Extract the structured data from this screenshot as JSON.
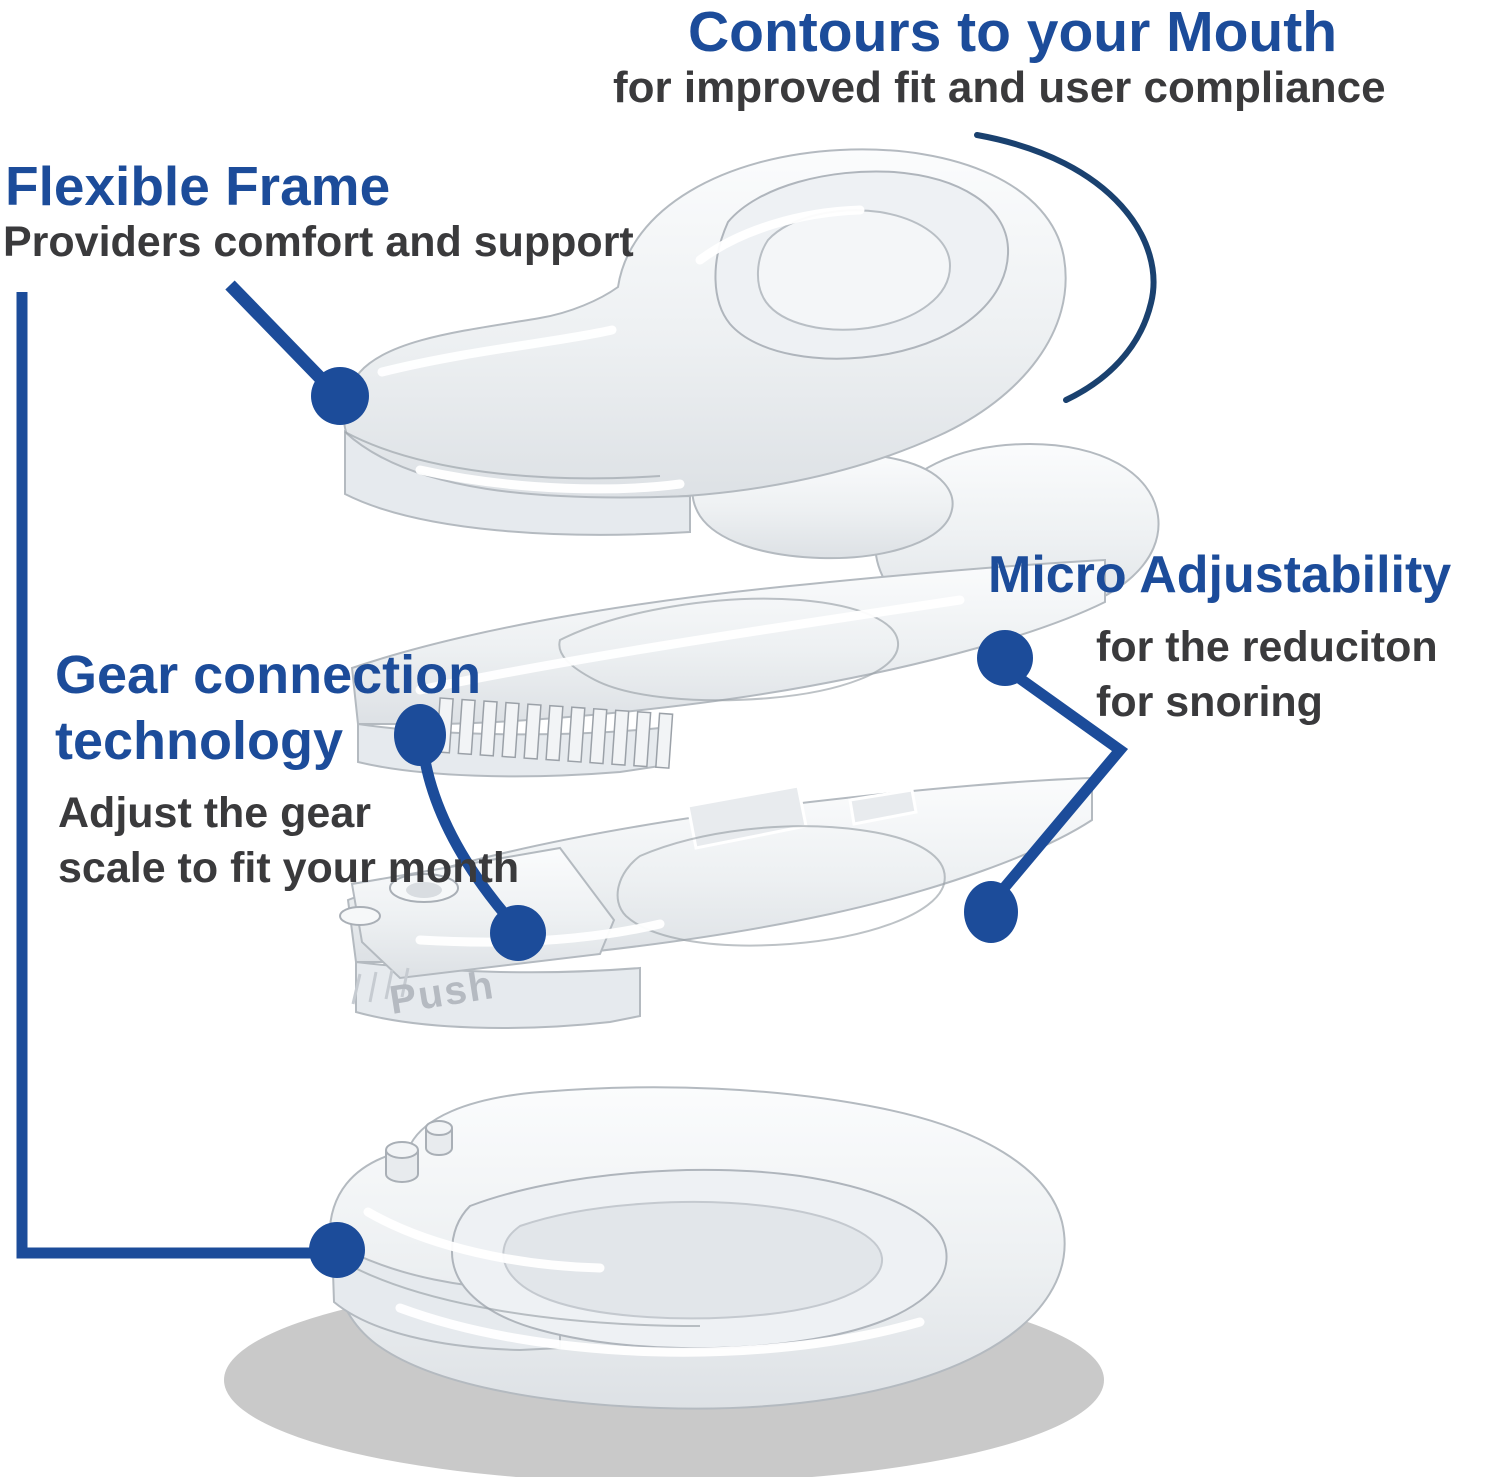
{
  "theme": {
    "background": "#ffffff",
    "accent_blue": "#1c4c9a",
    "heading_blue": "#1c4c9a",
    "arc_blue": "#1a416f",
    "body_text": "#3a3a3c",
    "shadow_gray": "#c9c9c9",
    "glass_stroke": "#b4bac0",
    "emboss_gray": "#b5bac1"
  },
  "callouts": {
    "contours": {
      "title": "Contours to your Mouth",
      "subtitle": "for improved fit and user compliance"
    },
    "flexible_frame": {
      "title": "Flexible Frame",
      "subtitle": "Providers comfort and support"
    },
    "gear_connection": {
      "title_line1": "Gear connection",
      "title_line2": "technology",
      "subtitle_line1": "Adjust the gear",
      "subtitle_line2": "scale to fit your month"
    },
    "micro_adjustability": {
      "title": "Micro Adjustability",
      "subtitle_line1": "for the reduciton",
      "subtitle_line2": "for snoring"
    }
  },
  "product": {
    "embossed_label": "Push"
  }
}
